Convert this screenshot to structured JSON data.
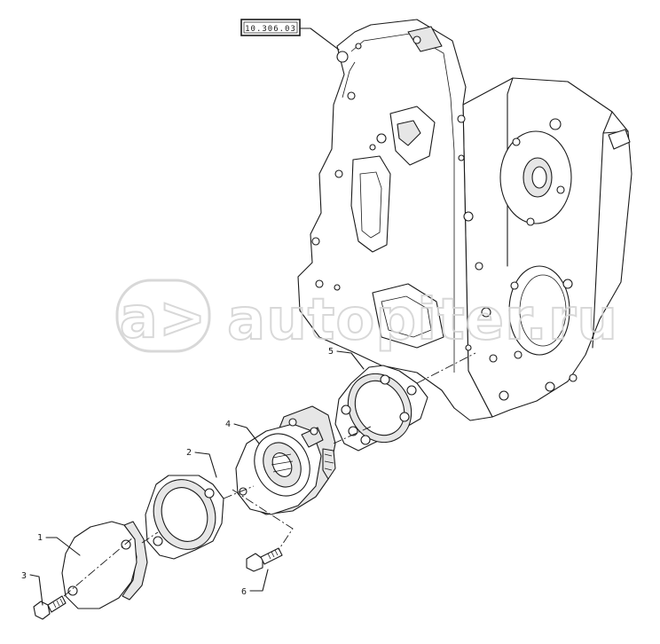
{
  "diagram": {
    "reference_tag": "10.306.03",
    "callouts": [
      {
        "id": "callout-1",
        "text": "1"
      },
      {
        "id": "callout-2",
        "text": "2"
      },
      {
        "id": "callout-3",
        "text": "3"
      },
      {
        "id": "callout-4",
        "text": "4"
      },
      {
        "id": "callout-5",
        "text": "5"
      },
      {
        "id": "callout-6",
        "text": "6"
      }
    ]
  },
  "watermark": {
    "text": "autopiter.ru",
    "logo_glyph": "a>"
  }
}
